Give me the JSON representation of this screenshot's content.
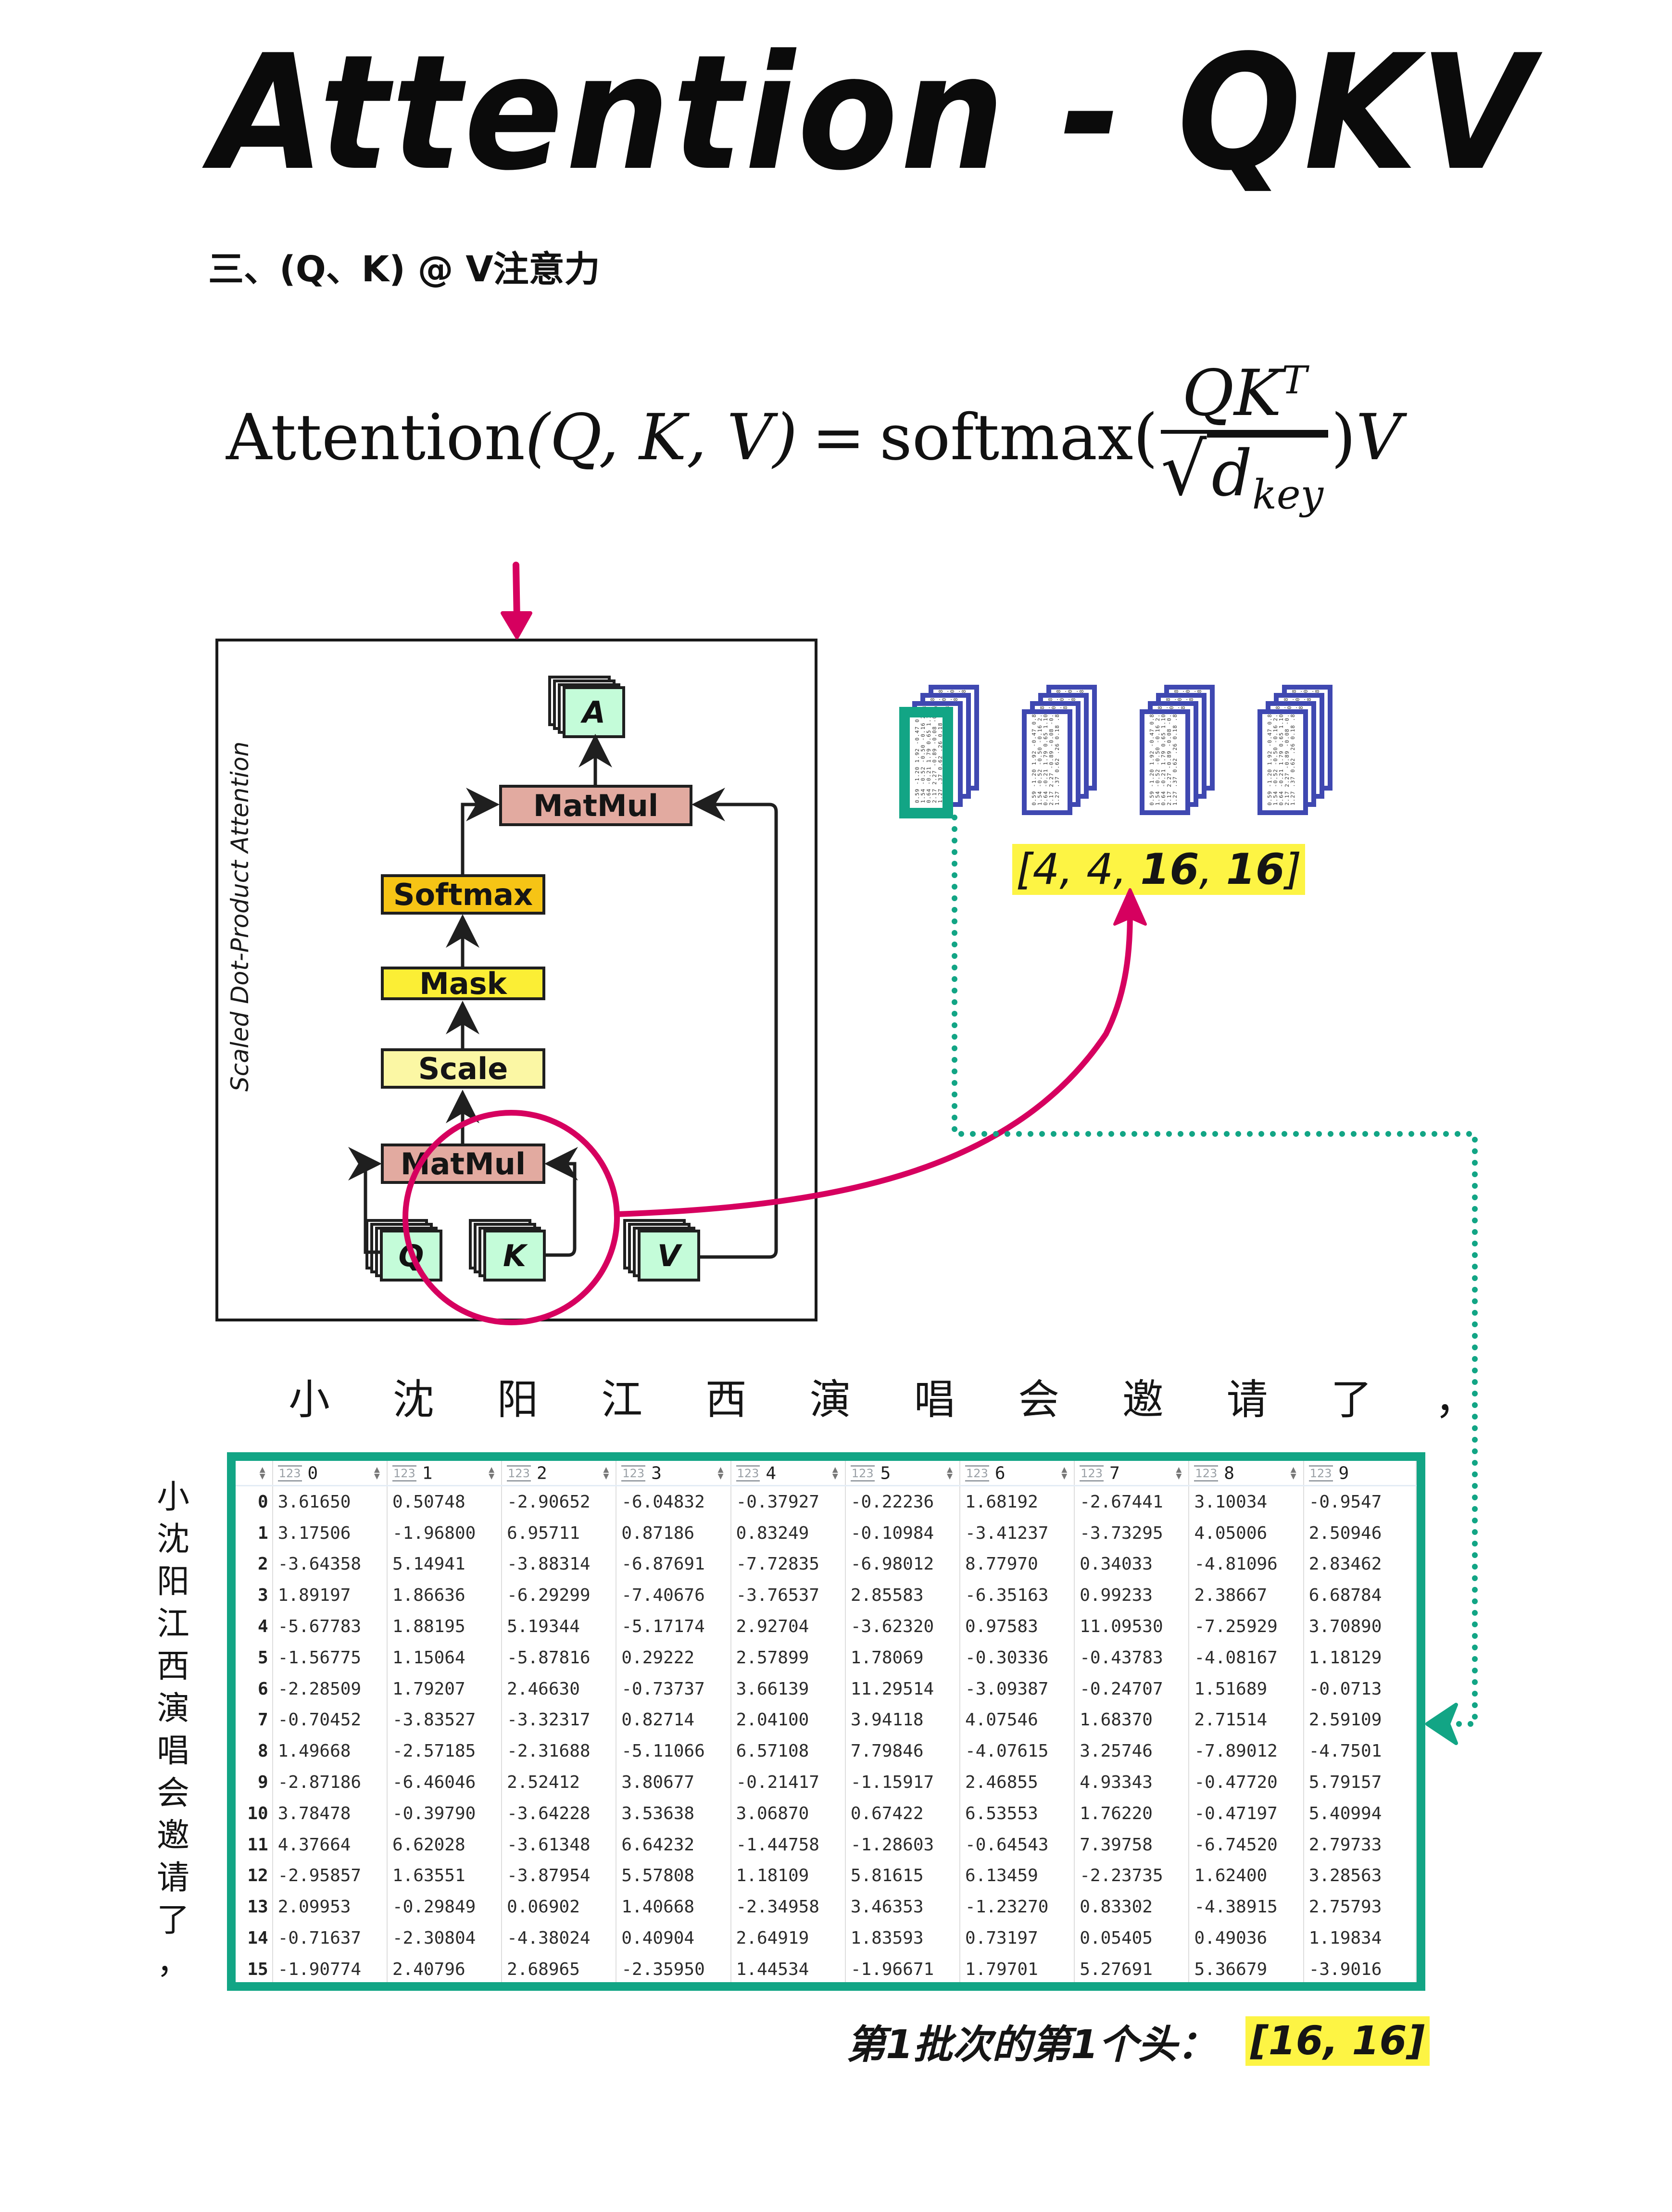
{
  "title": "Attention - QKV",
  "subtitle": "三、(Q、K) @ V注意力",
  "formula": {
    "lhs_func": "Attention",
    "lhs_args": "(Q, K, V)",
    "equals": "=",
    "softmax": "softmax(",
    "numerator": "QK",
    "numerator_sup": "T",
    "denominator_var": "d",
    "denominator_sub": "key",
    "radical": "√",
    "close": ")",
    "times": "V"
  },
  "diagram": {
    "label": "Scaled Dot-Product Attention",
    "blocks": {
      "matmul_top": "MatMul",
      "softmax": "Softmax",
      "mask": "Mask",
      "scale": "Scale",
      "matmul_bottom": "MatMul"
    },
    "inputs": {
      "q": "Q",
      "k": "K",
      "v": "V"
    },
    "output": "A",
    "colors": {
      "matmul": "#e2aaa0",
      "softmax": "#f6c415",
      "mask": "#fbee35",
      "scale": "#fbf7a4",
      "tensor": "#c4fcd9",
      "highlight": "#d6005f",
      "teal": "#12a585",
      "indigo": "#3f48b1"
    }
  },
  "attention_shape": {
    "prefix": "[4, 4, ",
    "bold1": "16",
    "sep": ", ",
    "bold2": "16",
    "suffix": "]"
  },
  "mini_matrix_text": "0.59 -1.20 1.92 -0.47 0.80 0.39 0.39 0.85 0.56 0.14 -0.51 1.85 -0.43\n1.54 -0.52 -0.50 -0.16 2.04 1.21 1.63 1.34 -0.64 0.46 -0.95 0.09 1.36\n0.64 -0.21 1.79 0.65 1.10 -0.71 0.04 -0.00 1.21 -0.68 -0.59 1.51 0.29\n2.17 2.27 -0.89 -0.08 -0.14 0.40 1.25 -1.26 -0.80 0.33 0.71 -1.30 1.05\n1.27 .37 0.62 .26 0.18 .83 1.02 2.07 0.15 .66 1.00 1.14 0.47",
  "sentence_tokens": [
    "小",
    "沈",
    "阳",
    "江",
    "西",
    "演",
    "唱",
    "会",
    "邀",
    "请",
    "了",
    "，"
  ],
  "table": {
    "type_icon": "123",
    "columns": [
      "0",
      "1",
      "2",
      "3",
      "4",
      "5",
      "6",
      "7",
      "8",
      "9"
    ],
    "rows": [
      {
        "index": "0",
        "values": [
          "3.61650",
          "0.50748",
          "-2.90652",
          "-6.04832",
          "-0.37927",
          "-0.22236",
          "1.68192",
          "-2.67441",
          "3.10034",
          "-0.9547"
        ]
      },
      {
        "index": "1",
        "values": [
          "3.17506",
          "-1.96800",
          "6.95711",
          "0.87186",
          "0.83249",
          "-0.10984",
          "-3.41237",
          "-3.73295",
          "4.05006",
          "2.50946"
        ]
      },
      {
        "index": "2",
        "values": [
          "-3.64358",
          "5.14941",
          "-3.88314",
          "-6.87691",
          "-7.72835",
          "-6.98012",
          "8.77970",
          "0.34033",
          "-4.81096",
          "2.83462"
        ]
      },
      {
        "index": "3",
        "values": [
          "1.89197",
          "1.86636",
          "-6.29299",
          "-7.40676",
          "-3.76537",
          "2.85583",
          "-6.35163",
          "0.99233",
          "2.38667",
          "6.68784"
        ]
      },
      {
        "index": "4",
        "values": [
          "-5.67783",
          "1.88195",
          "5.19344",
          "-5.17174",
          "2.92704",
          "-3.62320",
          "0.97583",
          "11.09530",
          "-7.25929",
          "3.70890"
        ]
      },
      {
        "index": "5",
        "values": [
          "-1.56775",
          "1.15064",
          "-5.87816",
          "0.29222",
          "2.57899",
          "1.78069",
          "-0.30336",
          "-0.43783",
          "-4.08167",
          "1.18129"
        ]
      },
      {
        "index": "6",
        "values": [
          "-2.28509",
          "1.79207",
          "2.46630",
          "-0.73737",
          "3.66139",
          "11.29514",
          "-3.09387",
          "-0.24707",
          "1.51689",
          "-0.0713"
        ]
      },
      {
        "index": "7",
        "values": [
          "-0.70452",
          "-3.83527",
          "-3.32317",
          "0.82714",
          "2.04100",
          "3.94118",
          "4.07546",
          "1.68370",
          "2.71514",
          "2.59109"
        ]
      },
      {
        "index": "8",
        "values": [
          "1.49668",
          "-2.57185",
          "-2.31688",
          "-5.11066",
          "6.57108",
          "7.79846",
          "-4.07615",
          "3.25746",
          "-7.89012",
          "-4.7501"
        ]
      },
      {
        "index": "9",
        "values": [
          "-2.87186",
          "-6.46046",
          "2.52412",
          "3.80677",
          "-0.21417",
          "-1.15917",
          "2.46855",
          "4.93343",
          "-0.47720",
          "5.79157"
        ]
      },
      {
        "index": "10",
        "values": [
          "3.78478",
          "-0.39790",
          "-3.64228",
          "3.53638",
          "3.06870",
          "0.67422",
          "6.53553",
          "1.76220",
          "-0.47197",
          "5.40994"
        ]
      },
      {
        "index": "11",
        "values": [
          "4.37664",
          "6.62028",
          "-3.61348",
          "6.64232",
          "-1.44758",
          "-1.28603",
          "-0.64543",
          "7.39758",
          "-6.74520",
          "2.79733"
        ]
      },
      {
        "index": "12",
        "values": [
          "-2.95857",
          "1.63551",
          "-3.87954",
          "5.57808",
          "1.18109",
          "5.81615",
          "6.13459",
          "-2.23735",
          "1.62400",
          "3.28563"
        ]
      },
      {
        "index": "13",
        "values": [
          "2.09953",
          "-0.29849",
          "0.06902",
          "1.40668",
          "-2.34958",
          "3.46353",
          "-1.23270",
          "0.83302",
          "-4.38915",
          "2.75793"
        ]
      },
      {
        "index": "14",
        "values": [
          "-0.71637",
          "-2.30804",
          "-4.38024",
          "0.40904",
          "2.64919",
          "1.83593",
          "0.73197",
          "0.05405",
          "0.49036",
          "1.19834"
        ]
      },
      {
        "index": "15",
        "values": [
          "-1.90774",
          "2.40796",
          "2.68965",
          "-2.35950",
          "1.44534",
          "-1.96671",
          "1.79701",
          "5.27691",
          "5.36679",
          "-3.9016"
        ]
      }
    ]
  },
  "caption": {
    "text": "第1批次的第1个头：",
    "shape": "[16, 16]"
  }
}
